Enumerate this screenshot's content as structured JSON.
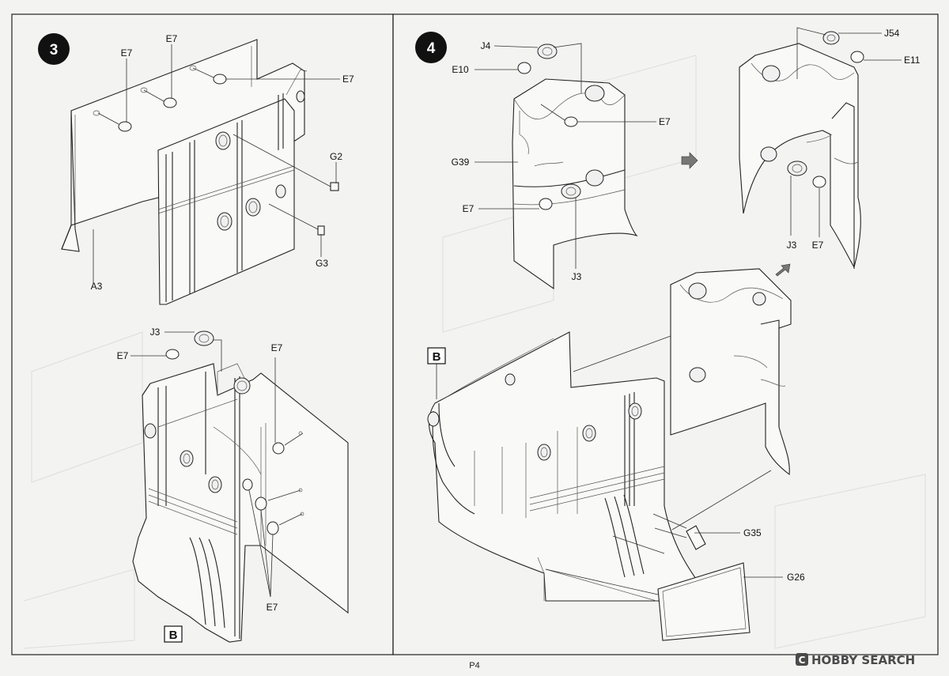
{
  "steps": [
    {
      "number": "3",
      "labels": {
        "e7_a": "E7",
        "e7_b": "E7",
        "e7_c": "E7",
        "a3": "A3",
        "g2": "G2",
        "g3": "G3",
        "j3": "J3",
        "e7_d": "E7",
        "e7_e": "E7",
        "e7_f": "E7",
        "subassembly": "B"
      }
    },
    {
      "number": "4",
      "labels": {
        "j4": "J4",
        "e10": "E10",
        "e7_a": "E7",
        "g39": "G39",
        "e7_b": "E7",
        "j3_a": "J3",
        "j54": "J54",
        "e11": "E11",
        "j3_b": "J3",
        "e7_c": "E7",
        "g35": "G35",
        "g26": "G26",
        "subassembly": "B"
      }
    }
  ],
  "footer": {
    "page": "P4"
  },
  "watermark": {
    "brand": "HOBBY SEARCH",
    "logo_letter": "C"
  }
}
